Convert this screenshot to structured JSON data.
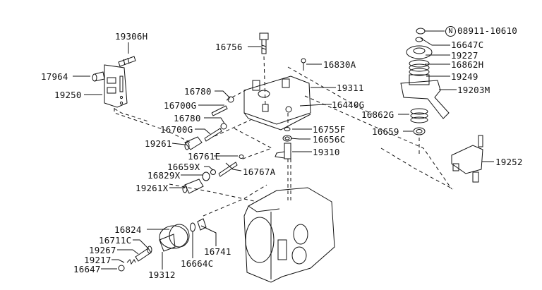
{
  "diagram": {
    "title": "Fuel injection pump exploded view",
    "parts": [
      {
        "id": "p19306H",
        "number": "19306H"
      },
      {
        "id": "p17964",
        "number": "17964"
      },
      {
        "id": "p19250",
        "number": "19250"
      },
      {
        "id": "p16756",
        "number": "16756"
      },
      {
        "id": "p16830A",
        "number": "16830A"
      },
      {
        "id": "p16780a",
        "number": "16780"
      },
      {
        "id": "p16700Ga",
        "number": "16700G"
      },
      {
        "id": "p16780b",
        "number": "16780"
      },
      {
        "id": "p16700Gb",
        "number": "16700G"
      },
      {
        "id": "p19261",
        "number": "19261"
      },
      {
        "id": "p19311",
        "number": "19311"
      },
      {
        "id": "p16440G",
        "number": "16440G"
      },
      {
        "id": "p16755F",
        "number": "16755F"
      },
      {
        "id": "p16656C",
        "number": "16656C"
      },
      {
        "id": "p19310",
        "number": "19310"
      },
      {
        "id": "p16761E",
        "number": "16761E"
      },
      {
        "id": "p16659X",
        "number": "16659X"
      },
      {
        "id": "p16767A",
        "number": "16767A"
      },
      {
        "id": "p16829X",
        "number": "16829X"
      },
      {
        "id": "p19261X",
        "number": "19261X"
      },
      {
        "id": "p08911",
        "number": "08911-10610",
        "prefix_symbol": "N"
      },
      {
        "id": "p16647C",
        "number": "16647C"
      },
      {
        "id": "p19227",
        "number": "19227"
      },
      {
        "id": "p16862H",
        "number": "16862H"
      },
      {
        "id": "p19249",
        "number": "19249"
      },
      {
        "id": "p19203M",
        "number": "19203M"
      },
      {
        "id": "p16862G",
        "number": "16862G"
      },
      {
        "id": "p16659",
        "number": "16659"
      },
      {
        "id": "p19252",
        "number": "19252"
      },
      {
        "id": "p16824",
        "number": "16824"
      },
      {
        "id": "p16711C",
        "number": "16711C"
      },
      {
        "id": "p19267",
        "number": "19267"
      },
      {
        "id": "p19217",
        "number": "19217"
      },
      {
        "id": "p16647",
        "number": "16647"
      },
      {
        "id": "p19312",
        "number": "19312"
      },
      {
        "id": "p16664C",
        "number": "16664C"
      },
      {
        "id": "p16741",
        "number": "16741"
      }
    ]
  }
}
